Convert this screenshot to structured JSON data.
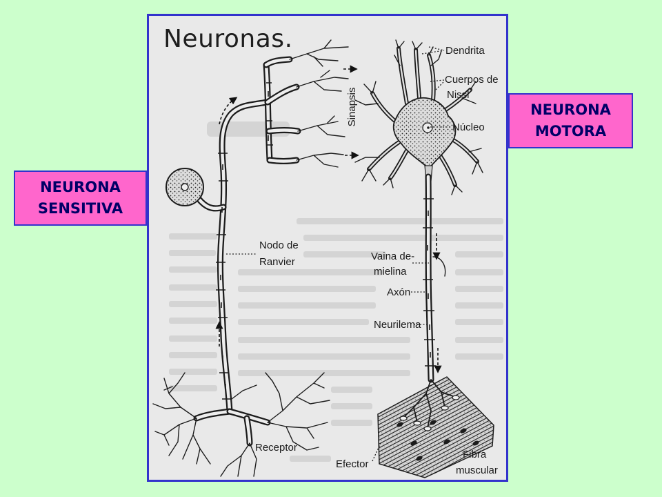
{
  "slide": {
    "background": "#ccffcc",
    "label_fill": "#ff66cc",
    "border_color": "#3333cc",
    "label_text_color": "#000066",
    "motor_label": [
      "NEURONA",
      "MOTORA"
    ],
    "sensory_label": [
      "NEURONA",
      "SENSITIVA"
    ]
  },
  "diagram": {
    "title": "Neuronas.",
    "labels": {
      "dendrita": "Dendrita",
      "cuerpos_de_nissl": [
        "Cuerpos de",
        "Nissl"
      ],
      "nucleo": "Núcleo",
      "sinapsis": "Sinapsis",
      "nodo_de_ranvier": [
        "Nodo de",
        "Ranvier"
      ],
      "vaina_de_mielina": [
        "Vaina de-",
        "mielina"
      ],
      "axon": "Axón",
      "neurilema": "Neurilema",
      "receptor": "Receptor",
      "efector": "Efector",
      "fibra_muscular": [
        "Fibra",
        "muscular"
      ]
    }
  }
}
